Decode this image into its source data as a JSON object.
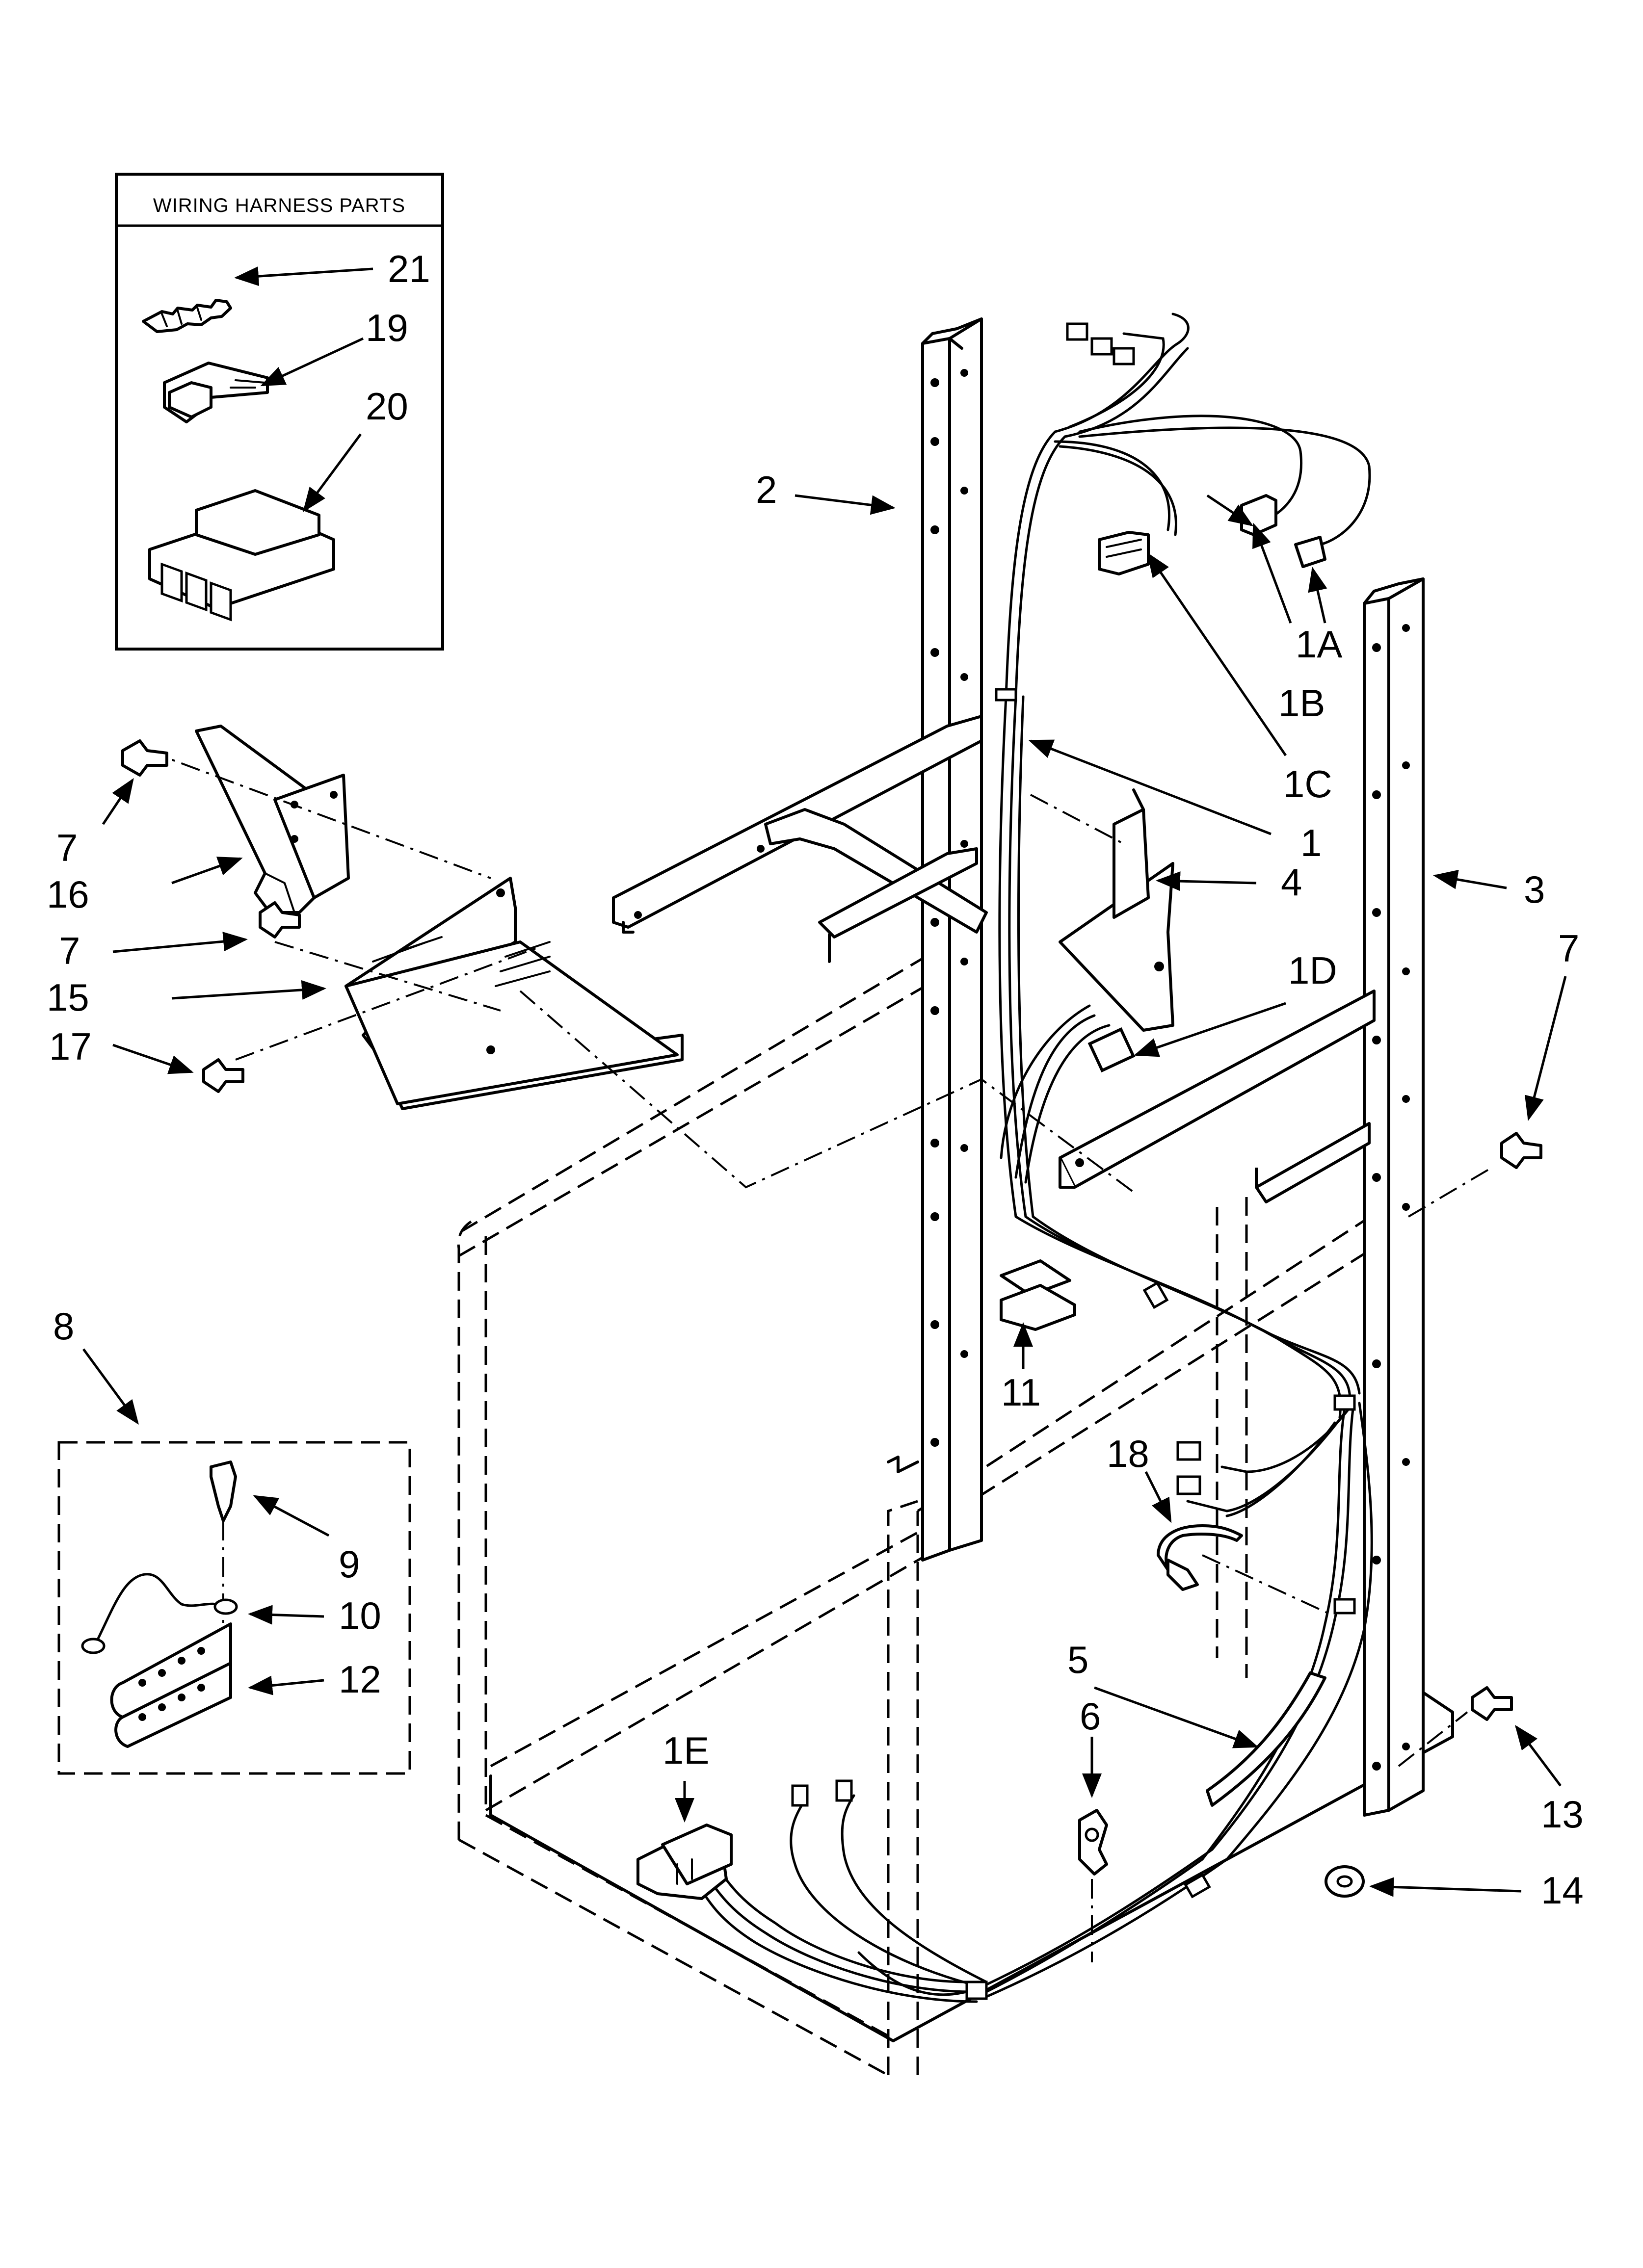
{
  "inset": {
    "title": "WIRING HARNESS PARTS",
    "labels": {
      "p21": "21",
      "p19": "19",
      "p20": "20"
    }
  },
  "callouts": {
    "c1": "1",
    "c1A": "1A",
    "c1B": "1B",
    "c1C": "1C",
    "c1D": "1D",
    "c1E": "1E",
    "c2": "2",
    "c3": "3",
    "c4": "4",
    "c5": "5",
    "c6": "6",
    "c7a": "7",
    "c7b": "7",
    "c7c": "7",
    "c8": "8",
    "c9": "9",
    "c10": "10",
    "c11": "11",
    "c12": "12",
    "c13": "13",
    "c14": "14",
    "c15": "15",
    "c16": "16",
    "c17": "17",
    "c18": "18"
  }
}
